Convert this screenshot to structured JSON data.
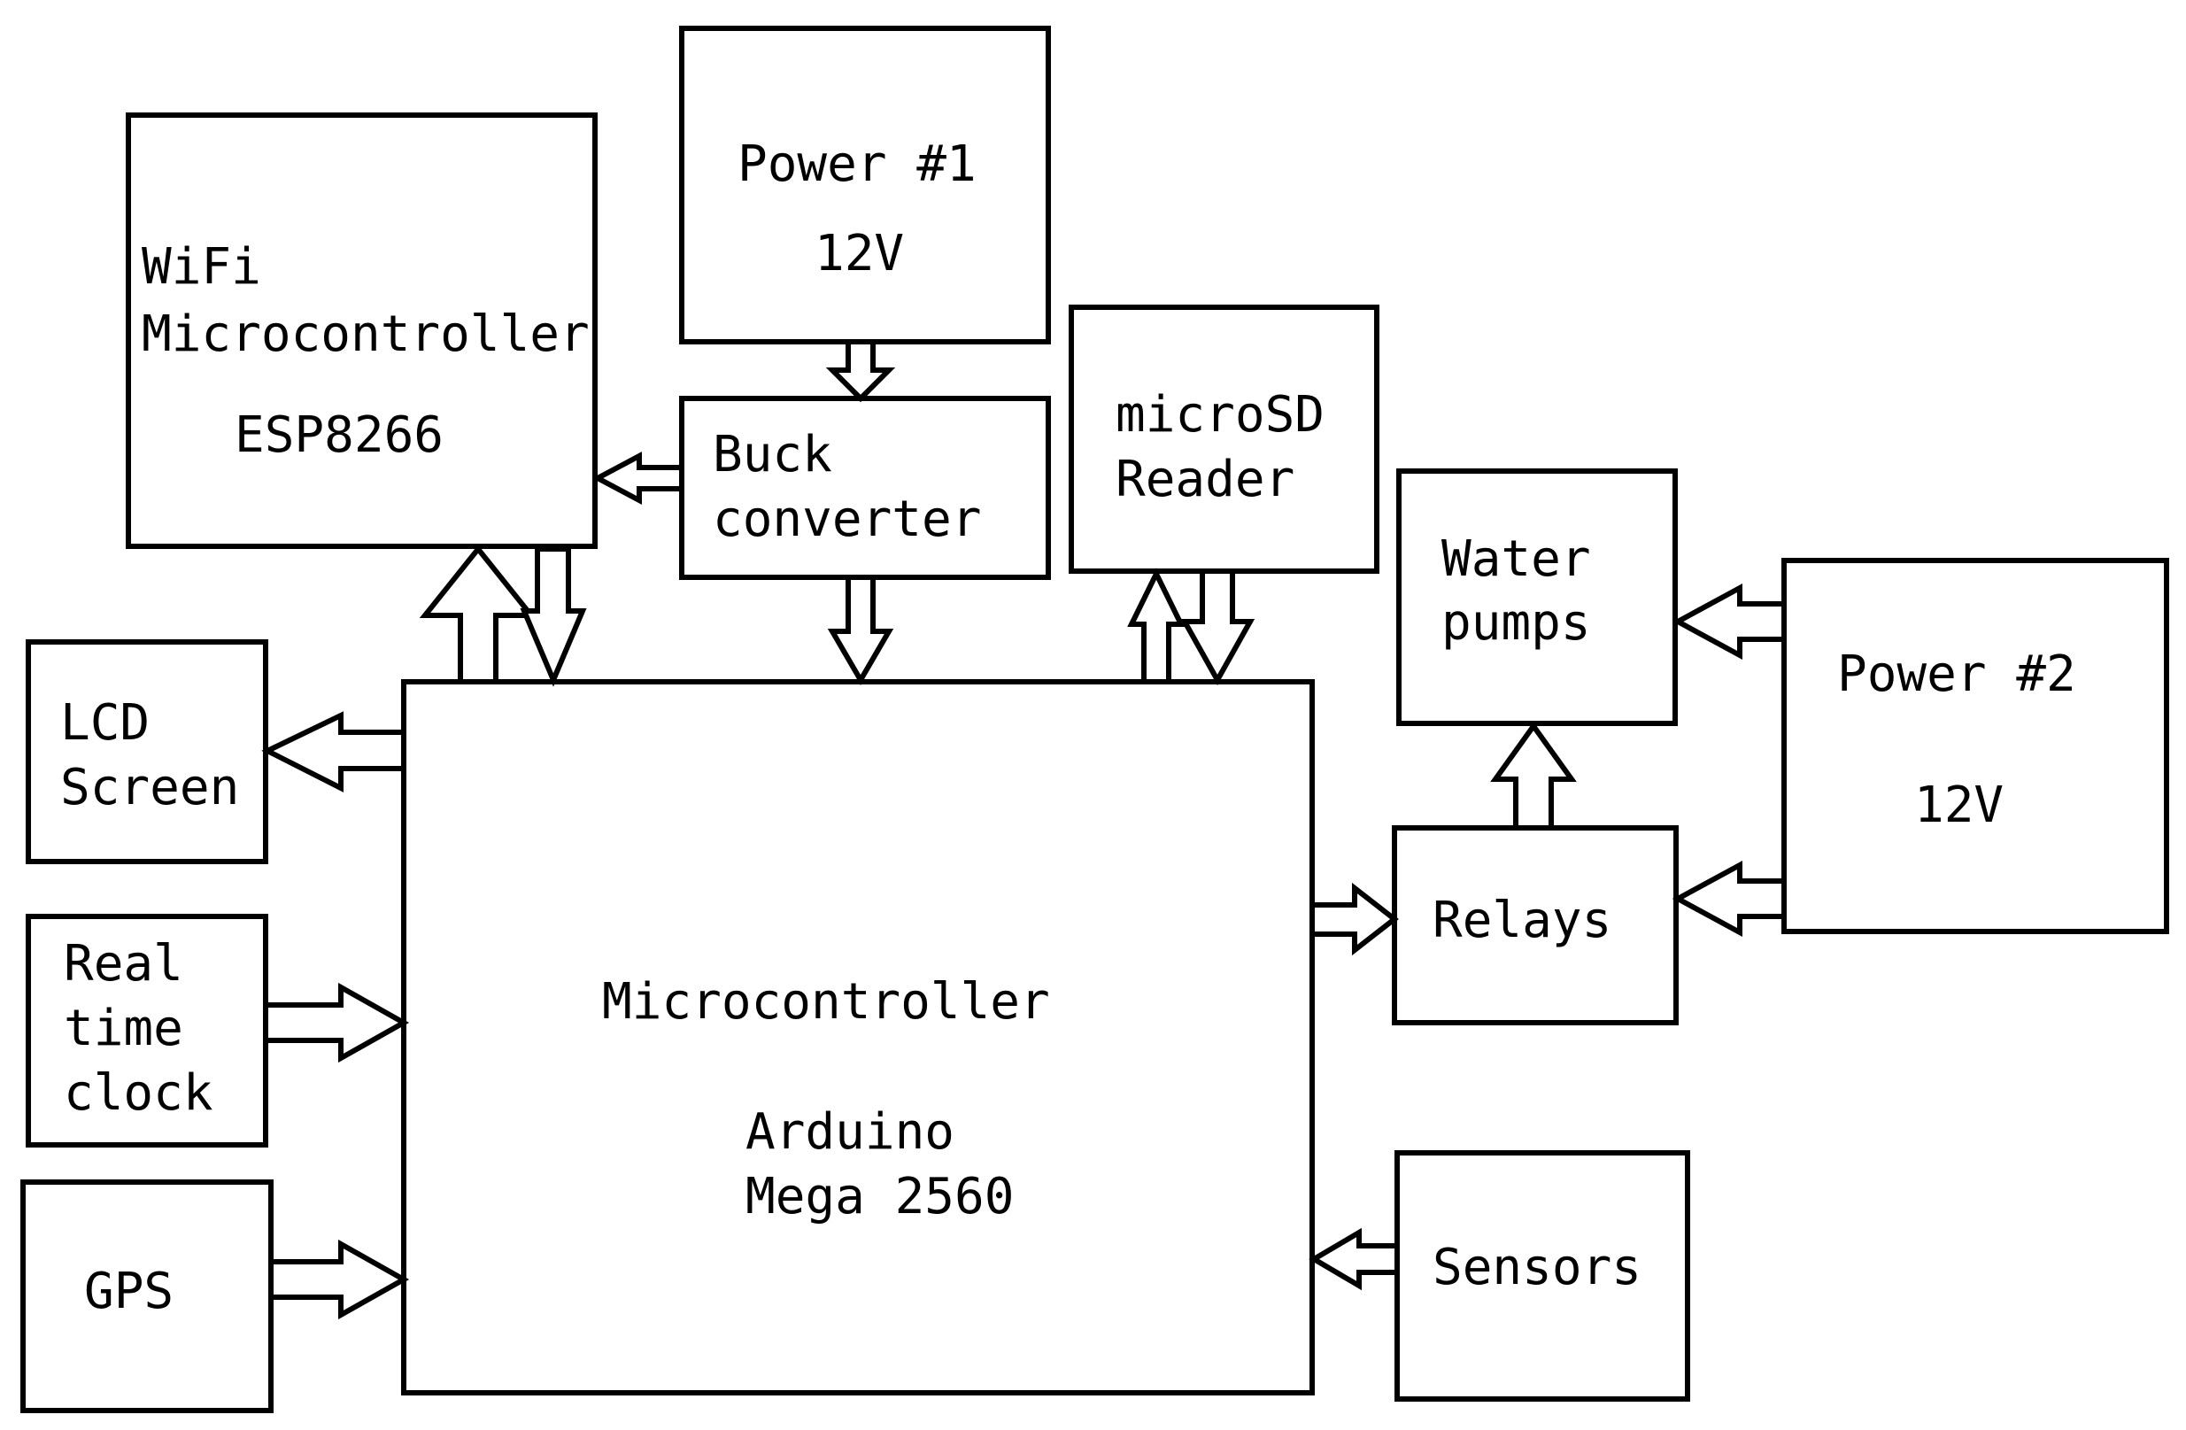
{
  "blocks": {
    "wifi": {
      "line1": "WiFi",
      "line2": "Microcontroller",
      "line3": "ESP8266"
    },
    "power1": {
      "line1": "Power #1",
      "line2": "12V"
    },
    "buck": {
      "line1": "Buck",
      "line2": "converter"
    },
    "microsd": {
      "line1": "microSD",
      "line2": "Reader"
    },
    "pumps": {
      "line1": "Water",
      "line2": "pumps"
    },
    "power2": {
      "line1": "Power #2",
      "line2": "12V"
    },
    "lcd": {
      "line1": "LCD",
      "line2": "Screen"
    },
    "rtc": {
      "line1": "Real",
      "line2": "time",
      "line3": "clock"
    },
    "gps": {
      "line1": "GPS"
    },
    "relays": {
      "line1": "Relays"
    },
    "main": {
      "line1": "Microcontroller",
      "line2": "Arduino",
      "line3": "Mega  2560"
    },
    "sensors": {
      "line1": "Sensors"
    }
  },
  "connections": [
    {
      "from": "power1",
      "to": "buck"
    },
    {
      "from": "buck",
      "to": "wifi"
    },
    {
      "from": "buck",
      "to": "main"
    },
    {
      "from": "main",
      "to": "wifi"
    },
    {
      "from": "wifi",
      "to": "main"
    },
    {
      "from": "main",
      "to": "microsd"
    },
    {
      "from": "microsd",
      "to": "main"
    },
    {
      "from": "main",
      "to": "lcd"
    },
    {
      "from": "rtc",
      "to": "main"
    },
    {
      "from": "gps",
      "to": "main"
    },
    {
      "from": "main",
      "to": "relays"
    },
    {
      "from": "relays",
      "to": "pumps"
    },
    {
      "from": "power2",
      "to": "pumps"
    },
    {
      "from": "power2",
      "to": "relays"
    },
    {
      "from": "sensors",
      "to": "main"
    }
  ]
}
